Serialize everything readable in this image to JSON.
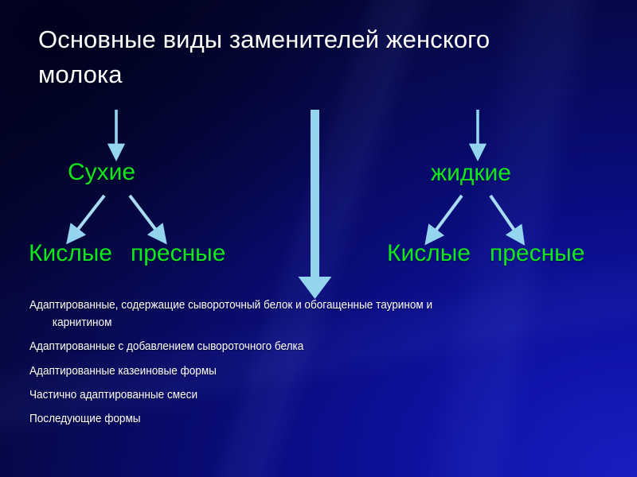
{
  "slide": {
    "title": "Основные виды заменителей женского молока",
    "background_color": "#0a0c82",
    "title_color": "#ffffff",
    "node_color": "#10e81e",
    "arrow_color": "#93d4ef"
  },
  "diagram": {
    "branches": [
      {
        "name": "dry",
        "label": "Сухие",
        "children": [
          {
            "label": "Кислые"
          },
          {
            "label": "пресные"
          }
        ]
      },
      {
        "name": "liquid",
        "label": "жидкие",
        "children": [
          {
            "label": "Кислые"
          },
          {
            "label": "пресные"
          }
        ]
      }
    ],
    "center_arrow": {
      "name": "thick-down-arrow",
      "points_to": "bullet-list"
    }
  },
  "bullets": [
    {
      "line1": "Адаптированные, содержащие сывороточный белок и обогащенные таурином и",
      "line2": "карнитином"
    },
    {
      "line1": "Адаптированные с добавлением сывороточного белка"
    },
    {
      "line1": "Адаптированные казеиновые формы"
    },
    {
      "line1": "Частично адаптированные смеси"
    },
    {
      "line1": "Последующие формы"
    }
  ]
}
